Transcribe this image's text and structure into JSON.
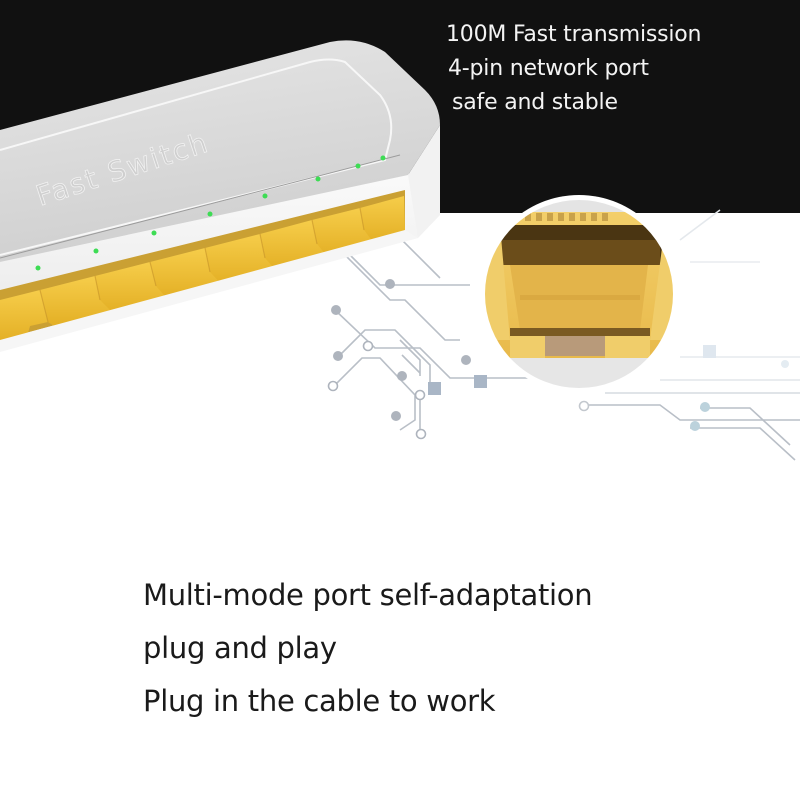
{
  "product": {
    "label_on_device": "Fast Switch",
    "port_count_visible": 8,
    "led_color": "#3ddc54",
    "port_color": "#f0c23a"
  },
  "headline": {
    "lines": [
      "100M  Fast transmission",
      "4-pin network port",
      "safe and stable"
    ]
  },
  "features": {
    "lines": [
      "Multi-mode port self-adaptation",
      "plug and play",
      "Plug in the cable to work"
    ]
  },
  "colors": {
    "background_top": "#111111",
    "background_bottom": "#ffffff",
    "device_body": "#dcdcdc",
    "circuit_lines": "#b8bec6"
  },
  "icons": {
    "magnifier": "magnified-port-circle",
    "circuit": "circuit-trace-decoration"
  }
}
